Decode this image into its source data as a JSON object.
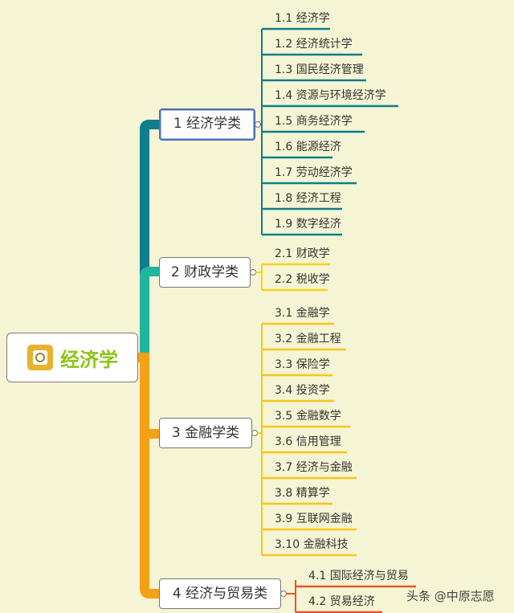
{
  "root": {
    "label": "经济学",
    "icon": "checklist-icon"
  },
  "colors": {
    "background": "#f5f5d5",
    "branch1": "#0e7e8c",
    "branch2": "#1fb59e",
    "branch3": "#f5a116",
    "branch4": "#f5a116",
    "branch2_lines": "#f7d31a",
    "branch3_lines": "#f7c51a",
    "branch4_lines": "#e8532b",
    "root_text": "#8cc414"
  },
  "categories": [
    {
      "label": "1 经济学类",
      "children": [
        "1.1 经济学",
        "1.2 经济统计学",
        "1.3 国民经济管理",
        "1.4 资源与环境经济学",
        "1.5 商务经济学",
        "1.6 能源经济",
        "1.7 劳动经济学",
        "1.8 经济工程",
        "1.9 数字经济"
      ]
    },
    {
      "label": "2 财政学类",
      "children": [
        "2.1 财政学",
        "2.2 税收学"
      ]
    },
    {
      "label": "3 金融学类",
      "children": [
        "3.1 金融学",
        "3.2 金融工程",
        "3.3 保险学",
        "3.4 投资学",
        "3.5 金融数学",
        "3.6 信用管理",
        "3.7 经济与金融",
        "3.8 精算学",
        "3.9 互联网金融",
        "3.10 金融科技"
      ]
    },
    {
      "label": "4 经济与贸易类",
      "children": [
        "4.1 国际经济与贸易",
        "4.2 贸易经济"
      ]
    }
  ],
  "watermark": "头条 @中原志愿"
}
